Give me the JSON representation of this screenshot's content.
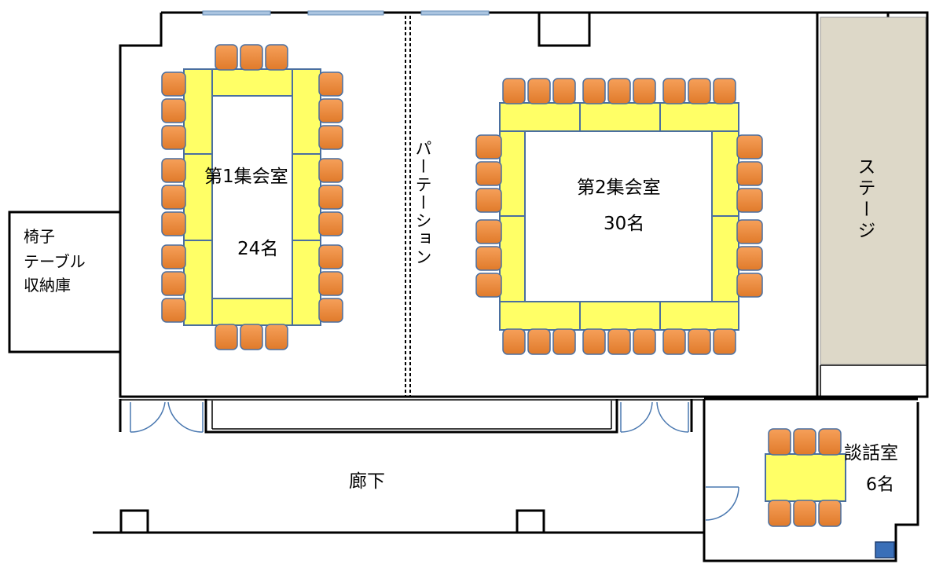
{
  "rooms": {
    "storage": {
      "lines": [
        "椅子",
        "テーブル",
        "収納庫"
      ]
    },
    "room1": {
      "name": "第1集会室",
      "capacity": "24名"
    },
    "partition": {
      "label": "パーテーション"
    },
    "room2": {
      "name": "第2集会室",
      "capacity": "30名"
    },
    "stage": {
      "label": "ステージ"
    },
    "lounge": {
      "name": "談話室",
      "capacity": "6名"
    },
    "corridor": {
      "label": "廊下"
    }
  },
  "colors": {
    "table": "#ffff66",
    "chair": "#f08a3c",
    "stage": "#ddd8c8",
    "window": "#aac4e0",
    "door_arc": "#4a78b0",
    "fixture": "#3a6fb8"
  }
}
